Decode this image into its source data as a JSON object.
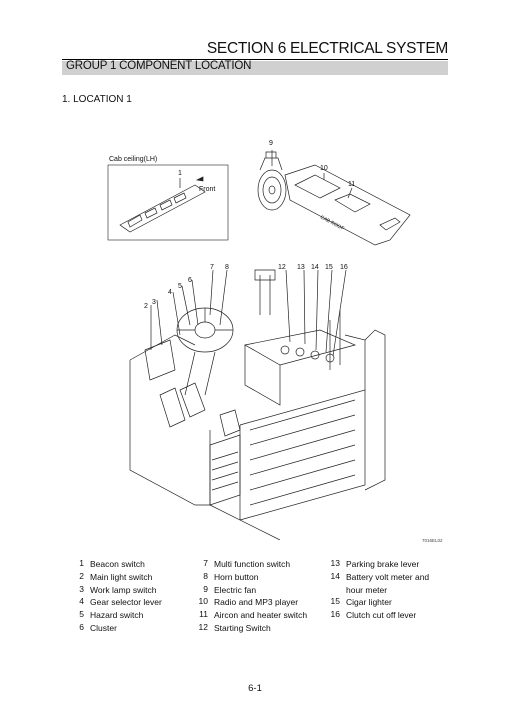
{
  "header": {
    "section": "SECTION 6  ELECTRICAL SYSTEM",
    "group": "GROUP 1  COMPONENT LOCATION"
  },
  "subheading": "1. LOCATION 1",
  "figure": {
    "ceiling_label": "Cab ceiling(LH)",
    "front_label": "Front",
    "roof_label": "CAB ROOF",
    "code": "7016EL02",
    "callouts": [
      "1",
      "2",
      "3",
      "4",
      "5",
      "6",
      "7",
      "8",
      "9",
      "10",
      "11",
      "12",
      "13",
      "14",
      "15",
      "16"
    ]
  },
  "legend": [
    {
      "num": "1",
      "label": "Beacon switch"
    },
    {
      "num": "2",
      "label": "Main light switch"
    },
    {
      "num": "3",
      "label": "Work lamp switch"
    },
    {
      "num": "4",
      "label": "Gear selector lever"
    },
    {
      "num": "5",
      "label": "Hazard switch"
    },
    {
      "num": "6",
      "label": "Cluster"
    },
    {
      "num": "7",
      "label": "Multi function switch"
    },
    {
      "num": "8",
      "label": "Horn button"
    },
    {
      "num": "9",
      "label": "Electric fan"
    },
    {
      "num": "10",
      "label": "Radio and MP3 player"
    },
    {
      "num": "11",
      "label": "Aircon and heater switch"
    },
    {
      "num": "12",
      "label": "Starting Switch"
    },
    {
      "num": "13",
      "label": "Parking brake lever"
    },
    {
      "num": "14",
      "label": "Battery volt meter and hour meter"
    },
    {
      "num": "15",
      "label": "Cigar lighter"
    },
    {
      "num": "16",
      "label": "Clutch cut off lever"
    }
  ],
  "page_number": "6-1"
}
